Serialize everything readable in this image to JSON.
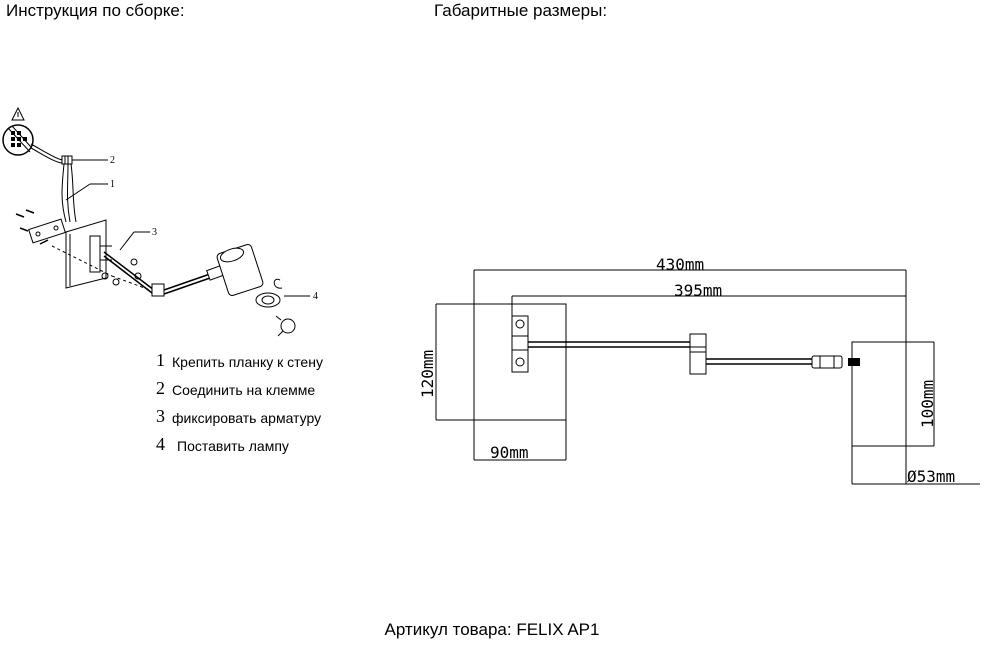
{
  "header": {
    "assembly_title": "Инструкция по сборке:",
    "dimensions_title": "Габаритные размеры:"
  },
  "assembly": {
    "callouts": [
      "1",
      "2",
      "3",
      "4"
    ],
    "steps": [
      {
        "num": "1",
        "text": "Крепить планку к стену"
      },
      {
        "num": "2",
        "text": "Соединить на клемме"
      },
      {
        "num": "3",
        "text": "фиксировать арматуру"
      },
      {
        "num": "4",
        "text": "Поставить лампу"
      }
    ]
  },
  "dimensions": {
    "overall_length": "430mm",
    "arm_length": "395mm",
    "base_height": "120mm",
    "base_width": "90mm",
    "shade_height": "100mm",
    "shade_diameter": "Ø53mm"
  },
  "footer": {
    "article": "Артикул товара: FELIX AP1"
  }
}
